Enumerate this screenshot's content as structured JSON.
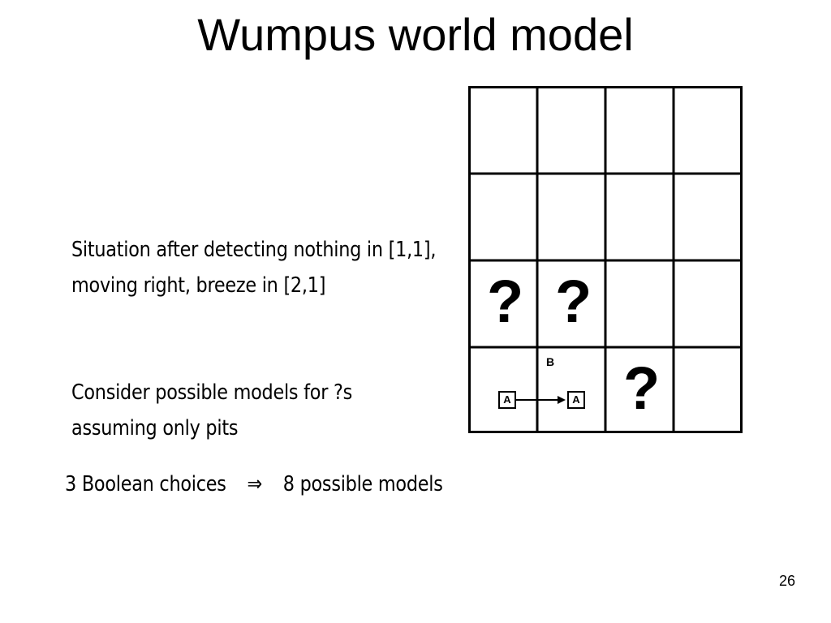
{
  "slide": {
    "title": "Wumpus world model",
    "page_number": "26"
  },
  "text": {
    "situation_line1": "Situation after detecting nothing in [1,1],",
    "situation_line2": "moving right, breeze in [2,1]",
    "consider_line1": "Consider possible models for ?s",
    "consider_line2": "assuming only pits",
    "choices_left": "3 Boolean choices",
    "choices_arrow": "⇒",
    "choices_right": "8 possible models"
  },
  "grid": {
    "rows": 4,
    "cols": 4,
    "question_mark": "?",
    "breeze_label": "B",
    "agent_label": "A",
    "question_cells": [
      {
        "row": 2,
        "col": 0
      },
      {
        "row": 2,
        "col": 1
      },
      {
        "row": 3,
        "col": 2
      }
    ]
  }
}
